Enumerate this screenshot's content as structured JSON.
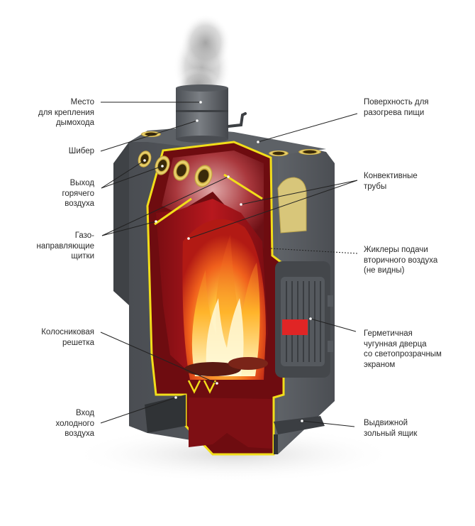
{
  "diagram": {
    "title": "",
    "subject": "Wood-burning stove cutaway",
    "colors": {
      "body": "#55595e",
      "body_dark": "#3c3f43",
      "body_light": "#6f7378",
      "cut_edge": "#f2de1a",
      "firebox_red": "#a3141a",
      "firebox_dark": "#6e0c10",
      "flame_core": "#fff2a0",
      "flame_mid": "#ffa321",
      "flame_outer": "#e2431a",
      "brass": "#e6cf6a",
      "smoke": "#bfbfbf",
      "leader_line": "#222222",
      "text": "#2a2a2a"
    },
    "labels_left": [
      {
        "id": "chimney-mount",
        "text": "Место\nдля крепления\nдымохода"
      },
      {
        "id": "damper",
        "text": "Шибер"
      },
      {
        "id": "hot-air-outlet",
        "text": "Выход\nгорячего\nвоздуха"
      },
      {
        "id": "gas-deflectors",
        "text": "Газо-\nнаправляющие\nщитки"
      },
      {
        "id": "grate",
        "text": "Колосниковая\nрешетка"
      },
      {
        "id": "cold-air-inlet",
        "text": "Вход\nхолодного\nвоздуха"
      }
    ],
    "labels_right": [
      {
        "id": "cooking-surface",
        "text": "Поверхность для\nразогрева пищи"
      },
      {
        "id": "convection-pipes",
        "text": "Конвективные\nтрубы"
      },
      {
        "id": "secondary-air-jets",
        "text": "Жиклеры подачи\nвторичного воздуха\n(не видны)"
      },
      {
        "id": "cast-iron-door",
        "text": "Герметичная\nчугунная дверца\nсо светопрозрачным\nэкраном"
      },
      {
        "id": "ash-drawer",
        "text": "Выдвижной\nзольный ящик"
      }
    ]
  }
}
